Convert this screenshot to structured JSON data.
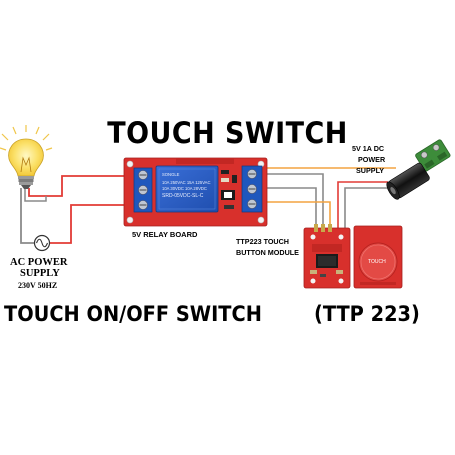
{
  "title": "TOUCH SWITCH",
  "subtitle": "TOUCH ON/OFF SWITCH",
  "subtitle_model": "(TTP 223)",
  "labels": {
    "dc_supply_line1": "5V 1A DC",
    "dc_supply_line2": "POWER",
    "dc_supply_line3": "SUPPLY",
    "relay_board": "5V RELAY BOARD",
    "touch_module_line1": "TTP223 TOUCH",
    "touch_module_line2": "BUTTON MODULE",
    "ac_line1": "AC POWER",
    "ac_line2": "SUPPLY",
    "ac_line3": "230V 50HZ"
  },
  "relay_marking": {
    "brand": "SONGLE",
    "rating1": "10A 250VAC  15A 125VAC",
    "rating2": "10A 30VDC  10A 28VDC",
    "model": "SRD-05VDC-SL-C"
  },
  "touch_pad_label": "TOUCH",
  "colors": {
    "board_red": "#d8302c",
    "relay_blue": "#2c5ec8",
    "terminal_blue": "#1f57bd",
    "wire_red": "#e23b36",
    "wire_gray": "#8a8a8a",
    "wire_orange": "#f4a340",
    "connector_green": "#3d8c3a",
    "bulb_yellow": "#fbe16a"
  },
  "icons": {
    "bulb": "light-bulb-icon",
    "ac_source": "sine-wave-icon",
    "dc_jack": "dc-barrel-jack-icon"
  }
}
